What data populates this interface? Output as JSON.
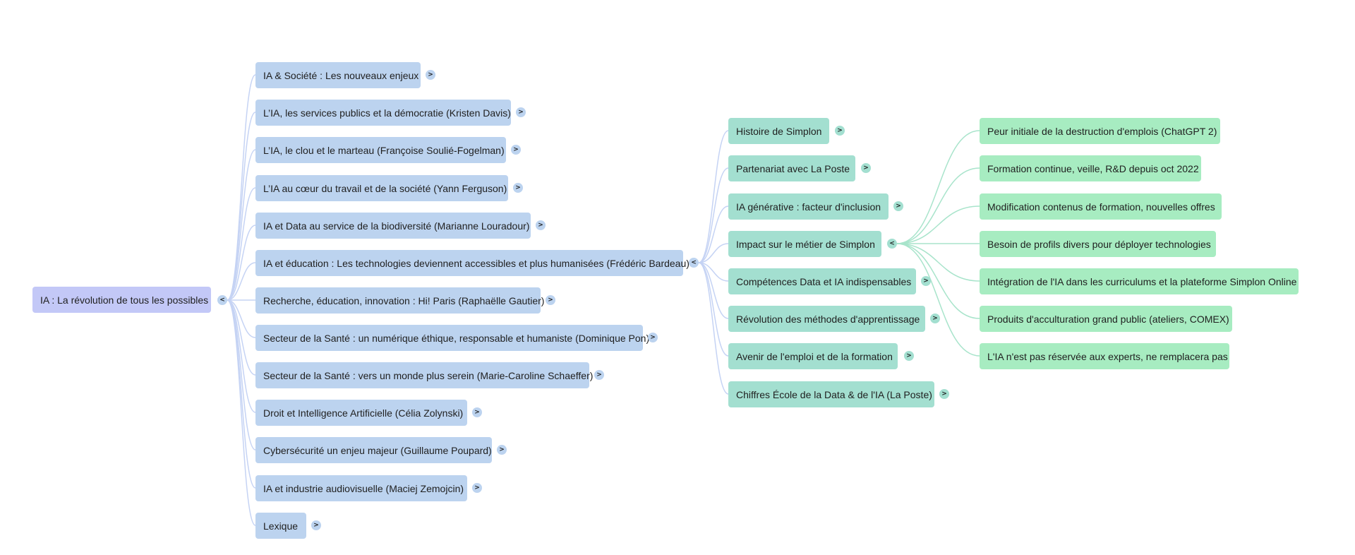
{
  "colors": {
    "root": "#c3c8f7",
    "level1": "#bcd3ef",
    "level2": "#a3dfd0",
    "level3": "#a7ecc1",
    "edge_blue": "#c5d3f4",
    "edge_green": "#a8e4cb"
  },
  "icons": {
    "expand": "expand-chevron-icon",
    "collapse": "collapse-chevron-icon"
  },
  "mindmap": {
    "root": {
      "label": "IA : La révolution de tous les possibles",
      "toggle": "<"
    },
    "branches": [
      {
        "label": "IA & Société : Les nouveaux enjeux",
        "toggle": ">"
      },
      {
        "label": "L’IA, les services publics et la démocratie (Kristen Davis)",
        "toggle": ">"
      },
      {
        "label": "L’IA, le clou et le marteau (Françoise Soulié-Fogelman)",
        "toggle": ">"
      },
      {
        "label": "L’IA au cœur du travail et de la société (Yann Ferguson)",
        "toggle": ">"
      },
      {
        "label": "IA et Data au service de la biodiversité (Marianne Louradour)",
        "toggle": ">"
      },
      {
        "label": "IA et éducation : Les technologies deviennent accessibles et plus humanisées (Frédéric Bardeau)",
        "toggle": "<",
        "children": [
          {
            "label": "Histoire de Simplon",
            "toggle": ">"
          },
          {
            "label": "Partenariat avec La Poste",
            "toggle": ">"
          },
          {
            "label": "IA générative : facteur d'inclusion",
            "toggle": ">"
          },
          {
            "label": "Impact sur le métier de Simplon",
            "toggle": "<",
            "children": [
              {
                "label": "Peur initiale de la destruction d'emplois (ChatGPT 2)"
              },
              {
                "label": "Formation continue, veille, R&D depuis oct 2022"
              },
              {
                "label": "Modification contenus de formation, nouvelles offres"
              },
              {
                "label": "Besoin de profils divers pour déployer technologies"
              },
              {
                "label": "Intégration de l'IA dans les curriculums et la plateforme Simplon Online"
              },
              {
                "label": "Produits d'acculturation grand public (ateliers, COMEX)"
              },
              {
                "label": "L'IA n'est pas réservée aux experts, ne remplacera pas"
              }
            ]
          },
          {
            "label": "Compétences Data et IA indispensables",
            "toggle": ">"
          },
          {
            "label": "Révolution des méthodes d'apprentissage",
            "toggle": ">"
          },
          {
            "label": "Avenir de l'emploi et de la formation",
            "toggle": ">"
          },
          {
            "label": "Chiffres École de la Data & de l'IA (La Poste)",
            "toggle": ">"
          }
        ]
      },
      {
        "label": "Recherche, éducation, innovation : Hi! Paris (Raphaëlle Gautier)",
        "toggle": ">"
      },
      {
        "label": "Secteur de la Santé : un numérique éthique, responsable et humaniste (Dominique Pon)",
        "toggle": ">"
      },
      {
        "label": "Secteur de la Santé : vers un monde plus serein (Marie-Caroline Schaeffer)",
        "toggle": ">"
      },
      {
        "label": "Droit et Intelligence Artificielle (Célia Zolynski)",
        "toggle": ">"
      },
      {
        "label": "Cybersécurité un enjeu majeur (Guillaume Poupard)",
        "toggle": ">"
      },
      {
        "label": "IA et industrie audiovisuelle (Maciej Zemojcin)",
        "toggle": ">"
      },
      {
        "label": "Lexique",
        "toggle": ">"
      }
    ]
  }
}
